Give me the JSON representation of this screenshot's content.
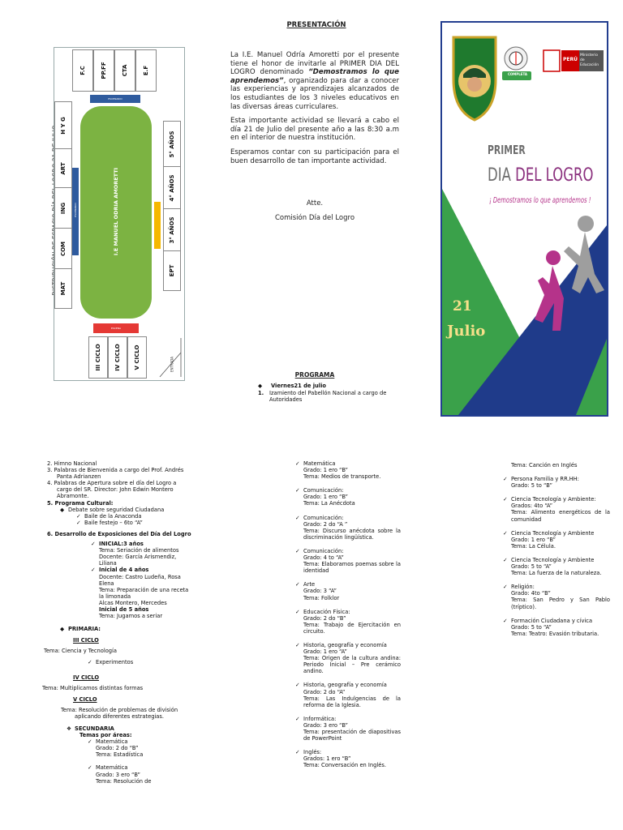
{
  "floor_plan": {
    "title": "DISTRIBUCIÓN DE ESPACIO DÍA DEL LOGRO 21 DE JULIO",
    "top_rooms": [
      "F.C",
      "PP.FF",
      "CTA",
      "E.F"
    ],
    "left_rooms": [
      "H Y G",
      "ART",
      "ING",
      "COM",
      "MAT"
    ],
    "right_rooms": [
      "5° AÑOS",
      "4° AÑOS",
      "3° AÑOS",
      "EPT"
    ],
    "bottom_rooms": [
      "III CICLO",
      "IV CICLO",
      "V CICLO"
    ],
    "court_label": "I.E MANUEL ODRIA AMORETTI",
    "top_bar_label": "ESCENARIO",
    "left_bar_label": "ESCENARIO",
    "bottom_bar_label": "ESCENA",
    "entrance_label": "ENTRADA",
    "colors": {
      "court": "#7cb342",
      "bar_blue": "#2f5b9e",
      "bar_yellow": "#f5b800",
      "bar_red": "#e53935"
    }
  },
  "presentation": {
    "title": "PRESENTACIÓN",
    "p1_a": "La I.E. Manuel Odría Amoretti por el presente tiene el honor de invitarle al PRIMER DIA DEL LOGRO denominado ",
    "p1_em": "“Demostramos lo que aprendemos”",
    "p1_b": ", organizado para dar a conocer las experiencias y aprendizajes alcanzados de los estudiantes de los 3 niveles educativos en las diversas áreas curriculares.",
    "p2": "Esta importante actividad se llevará a cabo el día 21 de Julio del presente año a las 8:30 a.m en el interior de nuestra institución.",
    "p3": "Esperamos contar con su participación para el buen desarrollo de tan importante actividad.",
    "closing": "Atte.",
    "signature": "Comisión Día del Logro"
  },
  "program_header": {
    "title": "PROGRAMA",
    "date": "Viernes21 de julio",
    "item1_num": "1.",
    "item1": "Izamiento del Pabellón Nacional a cargo de Autoridades"
  },
  "cover": {
    "logo_text": "COMPLETA",
    "ministry_text": "Ministerio de Educación",
    "peru_text": "PERÚ",
    "line1": "PRIMER",
    "line2a": "DIA ",
    "line2b": "DEL LOGRO",
    "slogan": "¡ Demostramos lo que aprendemos !",
    "day": "21",
    "month": "Julio",
    "colors": {
      "green": "#3aa14a",
      "navy": "#1f3b8a",
      "magenta": "#b5338a",
      "gray": "#9e9e9e"
    }
  },
  "col1": {
    "l1": "2.  Himno Nacional",
    "l2": "3.  Palabras de Bienvenida a cargo del Prof. Andrés Panta Adrianzen",
    "l3": "4.  Palabras de Apertura sobre el día del Logro a cargo del SR. Director: John Edwin Montero Abramonte.",
    "l4": "5.  Programa Cultural:",
    "l5": "Debate sobre seguridad Ciudadana",
    "l6": "Baile de la Anaconda",
    "l7": "Baile festejo – 6to “A”",
    "l8": "6.  Desarrollo de Exposiciones del Día del Logro",
    "l9": "INICIAL:3 años",
    "l10": "Tema: Seriación de alimentos",
    "l11": "Docente: García Arismendiz, Liliana",
    "l12": "Inicial de 4 años",
    "l13": "Docente: Castro Ludeña, Rosa Elena",
    "l14": "Tema: Preparación de una receta la limonada",
    "l15": "Alcas Montero, Mercedes",
    "l16": "Inicial de 5 años",
    "l17": "Tema: Jugamos a seriar",
    "l18": "PRIMARIA:",
    "l19": "III CICLO",
    "l20": "Tema: Ciencia y Tecnología",
    "l21": "Experimentos",
    "l22": "IV CICLO",
    "l23": "Tema: Multiplicamos distintas formas",
    "l24": "V CICLO",
    "l25": "Tema: Resolución de problemas de división aplicando diferentes estrategias.",
    "l26": "SECUNDARIA",
    "l27": "Temas por áreas:",
    "l28": "Matemática",
    "l29": "Grado: 2 do “B”",
    "l30": "Tema: Estadística",
    "l31": "Matemática",
    "l32": "Grado: 3 ero “B”",
    "l33": "Tema: Resolución de"
  },
  "col2": [
    {
      "t": "Matemática",
      "g": "Grado: 1 ero “B”",
      "m": "Tema: Medios de transporte."
    },
    {
      "t": "Comunicación:",
      "g": "Grado: 1 ero “B”",
      "m": "Tema: La Anécdota"
    },
    {
      "t": "Comunicación:",
      "g": "Grado: 2 do “A ”",
      "m": "Tema: Discurso anécdota sobre la discriminación lingüística."
    },
    {
      "t": "Comunicación:",
      "g": "Grado: 4 to “A”",
      "m": "Tema: Elaboramos poemas sobre la identidad"
    },
    {
      "t": "Arte",
      "g": "Grado: 3 “A”",
      "m": "Tema: Folklor"
    },
    {
      "t": "Educación Física:",
      "g": "Grado: 2 do “B”",
      "m": "Tema: Trabajo de Ejercitación en circuito."
    },
    {
      "t": "Historia, geografía y economía",
      "g": "Grado: 1 ero “A”",
      "m": "Tema: Origen de la cultura andina: Periodo Inicial – Pre cerámico andino."
    },
    {
      "t": "Historia, geografía y economía",
      "g": "Grado: 2 do “A”",
      "m": "Tema: Las Indulgencias de la reforma de la Iglesia."
    },
    {
      "t": "Informática:",
      "g": "Grado: 3 ero “B”",
      "m": "Tema: presentación de diapositivas de PowerPoint"
    },
    {
      "t": "Inglés:",
      "g": "Grados: 1 ero “B”",
      "m": "Tema: Conversación en Inglés."
    }
  ],
  "col3": [
    {
      "t": "",
      "g": "",
      "m": "Tema: Canción en Inglés"
    },
    {
      "t": "Persona Familia y RR.HH:",
      "g": "Grado: 5 to “B”",
      "m": ""
    },
    {
      "t": "Ciencia Tecnología y Ambiente:",
      "g": "Grados: 4to “A”",
      "m": "Tema: Alimento energéticos de la comunidad"
    },
    {
      "t": "Ciencia Tecnología y Ambiente",
      "g": "Grado: 1 ero “B”",
      "m": "Tema: La Célula."
    },
    {
      "t": "Ciencia Tecnología y Ambiente",
      "g": "Grado: 5 to “A”",
      "m": "Tema: La fuerza de la naturaleza."
    },
    {
      "t": "Religión:",
      "g": "Grado: 4to “B”",
      "m": "Tema: San Pedro y San Pablo (tríptico)."
    },
    {
      "t": "Formación Ciudadana y cívica",
      "g": "Grado: 5 to “A”",
      "m": "Tema: Teatro: Evasión tributaria."
    }
  ]
}
